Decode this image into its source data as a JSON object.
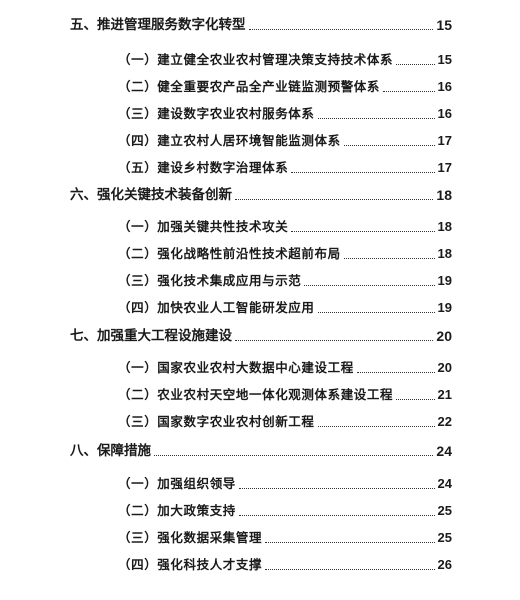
{
  "toc": [
    {
      "title": "五、推进管理服务数字化转型",
      "page": "15",
      "items": [
        {
          "title": "（一）建立健全农业农村管理决策支持技术体系",
          "page": "15"
        },
        {
          "title": "（二）健全重要农产品全产业链监测预警体系",
          "page": "16"
        },
        {
          "title": "（三）建设数字农业农村服务体系",
          "page": "16"
        },
        {
          "title": "（四）建立农村人居环境智能监测体系",
          "page": "17"
        },
        {
          "title": "（五）建设乡村数字治理体系",
          "page": "17"
        }
      ]
    },
    {
      "title": "六、强化关键技术装备创新",
      "page": "18",
      "items": [
        {
          "title": "（一）加强关键共性技术攻关",
          "page": "18"
        },
        {
          "title": "（二）强化战略性前沿性技术超前布局",
          "page": "18"
        },
        {
          "title": "（三）强化技术集成应用与示范",
          "page": "19"
        },
        {
          "title": "（四）加快农业人工智能研发应用",
          "page": "19"
        }
      ]
    },
    {
      "title": "七、加强重大工程设施建设",
      "page": "20",
      "items": [
        {
          "title": "（一）国家农业农村大数据中心建设工程",
          "page": "20"
        },
        {
          "title": "（二）农业农村天空地一体化观测体系建设工程",
          "page": "21"
        },
        {
          "title": "（三）国家数字农业农村创新工程",
          "page": "22"
        }
      ]
    },
    {
      "title": "八、保障措施",
      "page": "24",
      "items": [
        {
          "title": "（一）加强组织领导",
          "page": "24"
        },
        {
          "title": "（二）加大政策支持",
          "page": "25"
        },
        {
          "title": "（三）强化数据采集管理",
          "page": "25"
        },
        {
          "title": "（四）强化科技人才支撑",
          "page": "26"
        }
      ]
    }
  ]
}
